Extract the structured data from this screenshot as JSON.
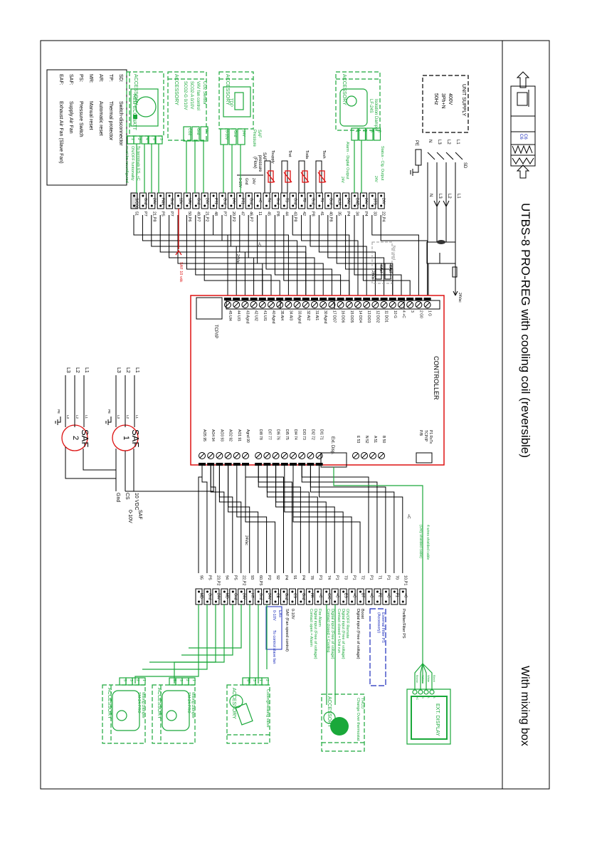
{
  "title": "UTBS-8 PRO-REG  with cooling coil (reversible)",
  "subtitle": "With mixing box",
  "unit_icon": {
    "display_values": [
      "C6",
      "C6"
    ]
  },
  "legend": [
    {
      "abbr": "SD:",
      "text": "Switch-disconnector"
    },
    {
      "abbr": "TP:",
      "text": "Thermal protector"
    },
    {
      "abbr": "AR:",
      "text": "Automatic reset"
    },
    {
      "abbr": "MR:",
      "text": "Manual reset"
    },
    {
      "abbr": "PS:",
      "text": "Pressure Switch"
    },
    {
      "abbr": "SAF:",
      "text": "Supply Air Fan"
    },
    {
      "abbr": "EAF:",
      "text": "Exhaust Air Fan (Slave Fan)"
    }
  ],
  "unit_supply": {
    "label": "UNIT SUPPLY",
    "voltage": "400V",
    "phases": "3Ph+N",
    "freq": "50Hz",
    "sd": "SD",
    "lines": [
      "L1",
      "L2",
      "L3",
      "N"
    ],
    "pe": "PE"
  },
  "accessories": {
    "label": "ACCESSORY",
    "reb_ecowatt": {
      "name": "REB-ECOWATT",
      "pins": [
        "1",
        "2",
        "4",
        "5",
        "3"
      ],
      "note1": "To terminals  ES, +C",
      "note2": "ON/OFF funtionality",
      "note3": "must be reconfigured"
    },
    "co2": {
      "lines": [
        "CO2  Sensor",
        "VAV fan control",
        "SCO2-A  0/10V",
        "SCO2-G 0/10V"
      ],
      "pins": [
        "CO2",
        "Gnd",
        "V+"
      ]
    },
    "tdp": {
      "name": "TDP",
      "side": "SAF",
      "side2": "Pressure",
      "pins": [
        "0-10V",
        "Gnd",
        "24V"
      ],
      "flow_label": "SAF pressure (Flow)"
    },
    "isolation_damper": {
      "lines": [
        "Isolation  Damper",
        "LF-24S"
      ],
      "pins": [
        "1",
        "2",
        "3",
        "5"
      ],
      "alarm": "Alarm - Digital Output",
      "status": "Status - Clg. Output",
      "v24": "24V"
    },
    "mixing_damper_1": {
      "lines": [
        "Mixing Damper",
        "SM-24 PRO"
      ],
      "pins": [
        "5",
        "3",
        "2",
        "1"
      ]
    },
    "mixing_damper_2": {
      "lines": [
        "Mixing Damper",
        "SM-24 PRO"
      ],
      "pins": [
        "5",
        "3",
        "2",
        "1"
      ]
    },
    "valve": {
      "lines": [
        "Cooling/Heating valve"
      ],
      "pins": [
        "5",
        "3",
        "1",
        "2"
      ]
    },
    "thco": {
      "lines": [
        "THCO",
        "Change Over thermostat"
      ]
    },
    "ext_display": {
      "name": "EXT. DISPLAY",
      "wires": [
        "Brown",
        "Yellow",
        "White",
        "Black"
      ],
      "pins": [
        "+C",
        "G",
        "A",
        "B"
      ]
    }
  },
  "sensors": [
    {
      "name": "Tsupply"
    },
    {
      "name": "Tret"
    },
    {
      "name": "Toda"
    },
    {
      "name": "Texh"
    }
  ],
  "top_terminals": [
    {
      "label": "S/CCG",
      "num": "51"
    },
    {
      "label": "Gnd",
      "num": "P7"
    },
    {
      "label": "24V",
      "num": "21,P8"
    },
    {
      "label": "FAN",
      "num": "P5"
    },
    {
      "label": "Gnd",
      "num": "P7"
    },
    {
      "label": "10V",
      "num": ""
    },
    {
      "label": "VAV",
      "num": "50,P6"
    },
    {
      "label": "Gnd",
      "num": "49,P7"
    },
    {
      "label": "24V",
      "num": "21,P2"
    },
    {
      "label": "PT2",
      "num": "48"
    },
    {
      "label": "Gnd",
      "num": "P7"
    },
    {
      "label": "24V",
      "num": "20,P2"
    },
    {
      "label": "PT1",
      "num": "47"
    },
    {
      "label": "Gnd",
      "num": "46,P7"
    },
    {
      "label": "+C",
      "num": "11"
    },
    {
      "label": "T4",
      "num": "45"
    },
    {
      "label": "Gnd",
      "num": "P8"
    },
    {
      "label": "T3",
      "num": "44"
    },
    {
      "label": "Gnd",
      "num": "43,P8"
    },
    {
      "label": "T2",
      "num": "42"
    },
    {
      "label": "Gnd",
      "num": "P8"
    },
    {
      "label": "T1",
      "num": "41"
    },
    {
      "label": "Gnd",
      "num": "40,P8"
    },
    {
      "label": "ALM",
      "num": "35"
    },
    {
      "label": "24V",
      "num": "P4"
    },
    {
      "label": "DAD",
      "num": "34"
    },
    {
      "label": "24V",
      "num": "P4"
    },
    {
      "label": "STS",
      "num": "33"
    },
    {
      "label": "24V",
      "num": "22,P4"
    }
  ],
  "top_notes": {
    "vac24": "24Vac",
    "saf10": "SAF 10 vdc",
    "plus_c": "+C",
    "not_used": "Not used",
    "kaf1": "KAaf",
    "kaf2": "KAaf",
    "nums": [
      "24",
      "23",
      "35",
      "34",
      "33",
      "32",
      "31",
      "30",
      "22"
    ],
    "relay": [
      "00",
      "01",
      "02",
      "04",
      "03",
      "10",
      "20",
      "F"
    ],
    "vac_out": "24Vac"
  },
  "controller": {
    "label": "CONTROLLER",
    "tcpip": "TCP/IP",
    "top_pins": [
      "45 UI4",
      "44 UI3",
      "43 Agnd",
      "42 UI2",
      "41 UI1",
      "40 Agnd",
      "35 AI4",
      "34 AI3",
      "33 Agnd",
      "32 AI2",
      "31 AI1",
      "30 Agnd",
      "17 DO7",
      "16 DO6",
      "15 DO5",
      "14 DO4",
      "13 DO3",
      "12 DO2",
      "11 DO1",
      "10 G",
      "4 +C",
      "3",
      "2 G0",
      "1 G"
    ],
    "co_label": "C0",
    "bottom_pins": [
      "AO5 95",
      "AO4 94",
      "AO3 93",
      "AO2 92",
      "AO1 91",
      "Agnd 90",
      "DI8 78",
      "DI7 77",
      "DI6 76",
      "DI5 75",
      "DI4 74",
      "DI3 73",
      "DI2 72",
      "DI1 71"
    ],
    "ext_disp": "Ext. Disp.",
    "bus_pins": [
      "E 53",
      "N 52",
      "A 51",
      "B 50"
    ],
    "bus_label": "P 1",
    "leds": [
      "P1 RxTx",
      "TCP/IP",
      "P/B"
    ]
  },
  "fans": {
    "saf1": {
      "name": "SAF",
      "num": "1",
      "lines": [
        "L1",
        "L2",
        "L3"
      ],
      "pe": "PE"
    },
    "saf2": {
      "name": "SAF",
      "num": "2",
      "lines": [
        "L1",
        "L2",
        "L3"
      ],
      "pe": "PE"
    },
    "signals": [
      "10 VDC",
      "CS",
      "Gnd"
    ],
    "saf_label": "SAF",
    "range": "0-10V"
  },
  "bottom_terminals": [
    {
      "label": "MD",
      "num": "95"
    },
    {
      "label": "Gnd",
      "num": "P5"
    },
    {
      "label": "24V",
      "num": "23,P2"
    },
    {
      "label": "MD",
      "num": "94"
    },
    {
      "label": "Gnd",
      "num": "P5"
    },
    {
      "label": "24V",
      "num": "22,P2"
    },
    {
      "label": "HT",
      "num": "93"
    },
    {
      "label": "Gnd",
      "num": "60,P5"
    },
    {
      "label": "24V",
      "num": "P2"
    },
    {
      "label": "CE",
      "num": "92"
    },
    {
      "label": "Gnd",
      "num": "P4"
    },
    {
      "label": "CS",
      "num": "91"
    },
    {
      "label": "Gnd",
      "num": "P4"
    },
    {
      "label": "FR",
      "num": "78"
    },
    {
      "label": "+C",
      "num": "P1"
    },
    {
      "label": "C/C",
      "num": "74"
    },
    {
      "label": "+C",
      "num": "P1"
    },
    {
      "label": "ES",
      "num": "73"
    },
    {
      "label": "+C",
      "num": "P1"
    },
    {
      "label": "BT",
      "num": "72"
    },
    {
      "label": "+C",
      "num": "P1"
    },
    {
      "label": "F2",
      "num": "71"
    },
    {
      "label": "+C",
      "num": "P1"
    },
    {
      "label": "F1",
      "num": "70"
    },
    {
      "label": "+C",
      "num": "10,P1"
    }
  ],
  "bottom_notes": {
    "vac24": "24Vac",
    "plus_c": "+C",
    "cable": "4 wires shielded cable",
    "cable2": "(Only shielded cable)",
    "eaf": "EAF",
    "eaf_range": "0-10V",
    "eaf_note": "To control slave fan",
    "saf_speed": "SAF (Fan speed control)",
    "saf_range": "0-10V",
    "fire_alarm": [
      "Fire Alarm",
      "Digital input (Free of voltage)",
      "Contact open = Alarm"
    ],
    "cooling": [
      "Digital input (Free of voltage)",
      "Contact closed = Cooling"
    ],
    "onoff": [
      "ON/OFF Remote",
      "Digital input (Free of voltage)",
      "Contact closed = Unit run"
    ],
    "boost": [
      "Boost",
      "Digital input (Free of voltage)"
    ],
    "filter_ps": [
      "External Filter PS",
      "(Accessory)"
    ],
    "prefilter": "Prefilter/Filter PS"
  }
}
